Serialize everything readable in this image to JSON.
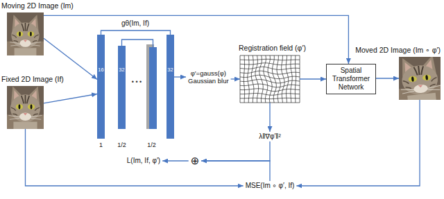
{
  "diagram": {
    "nodes": [
      {
        "text": [
          "Moving 2D Image (Im)"
        ]
      },
      {
        "text": [
          "Fixed 2D Image (If)"
        ]
      },
      {
        "text": [
          "16"
        ]
      },
      {
        "text": [
          "32"
        ]
      },
      {
        "text": [
          "32"
        ]
      },
      {
        "text": [
          "φ′=gauss(φ)",
          "Gaussian blur"
        ]
      },
      {
        "text": [
          "Registration field (φ′)"
        ]
      },
      {
        "text": [
          "Spatial Transformer Network"
        ]
      },
      {
        "text": [
          "Moved 2D Image (Im ∘ φ′)"
        ]
      },
      {
        "text": [
          "λ‖∇φ′‖²"
        ]
      },
      {
        "text": [
          "⊕"
        ]
      },
      {
        "text": [
          "L(Im, If, φ′)"
        ]
      },
      {
        "text": [
          "MSE(Im ∘ φ′, If)"
        ]
      }
    ],
    "edges": [
      {
        "from": 0,
        "to": 2,
        "arrow": "to"
      },
      {
        "from": 1,
        "to": 2,
        "arrow": "to"
      },
      {
        "from": 2,
        "to": 4,
        "arrow": "none"
      },
      {
        "from": 4,
        "to": 5,
        "arrow": "to"
      },
      {
        "from": 5,
        "to": 6,
        "arrow": "to"
      },
      {
        "from": 6,
        "to": 7,
        "arrow": "to"
      },
      {
        "from": 0,
        "to": 7,
        "arrow": "to"
      },
      {
        "from": 7,
        "to": 8,
        "arrow": "to"
      },
      {
        "from": 6,
        "to": 9,
        "arrow": "to"
      },
      {
        "from": 9,
        "to": 10,
        "arrow": "to"
      },
      {
        "from": 10,
        "to": 11,
        "arrow": "to"
      },
      {
        "from": 8,
        "to": 12,
        "arrow": "to"
      },
      {
        "from": 1,
        "to": 12,
        "arrow": "to"
      },
      {
        "from": 12,
        "to": 10,
        "arrow": "to"
      }
    ],
    "labels": [
      "gθ(Im, If)",
      "• • •",
      "1",
      "1/2",
      "1/2"
    ]
  }
}
